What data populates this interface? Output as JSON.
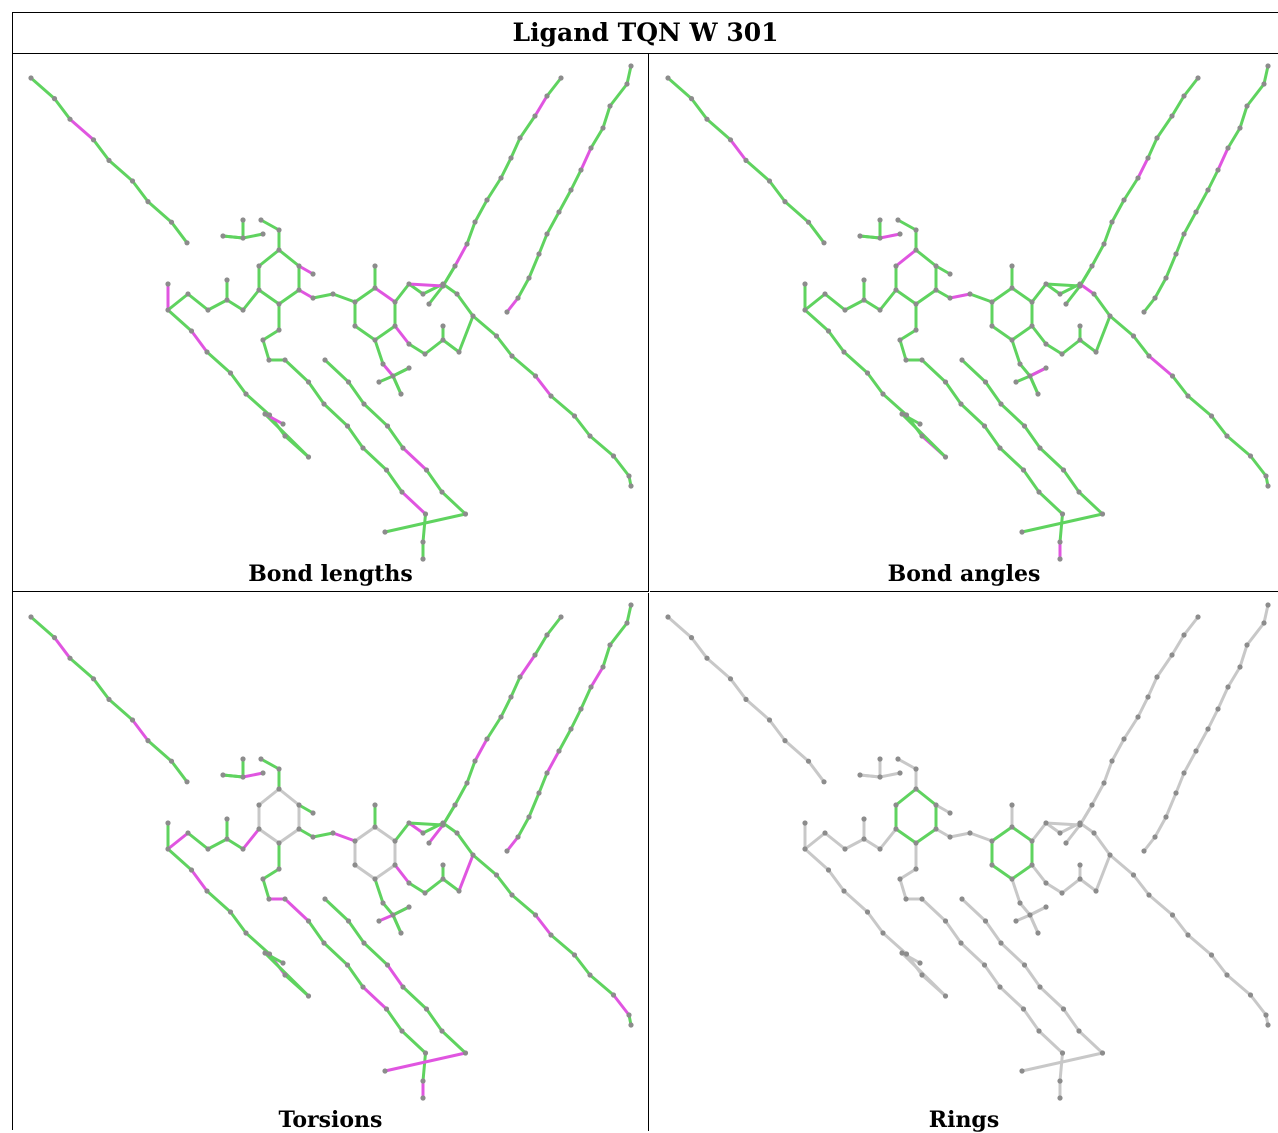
{
  "title": "Ligand TQN W 301",
  "panels": [
    {
      "caption": "Bond lengths",
      "scheme": "lengths"
    },
    {
      "caption": "Bond angles",
      "scheme": "angles"
    },
    {
      "caption": "Torsions",
      "scheme": "torsions"
    },
    {
      "caption": "Rings",
      "scheme": "rings"
    }
  ],
  "colors": {
    "ok": "#5fd35f",
    "outlier": "#e055e0",
    "neutral": "#c8c8c8",
    "atom": "#8c8c8c"
  }
}
